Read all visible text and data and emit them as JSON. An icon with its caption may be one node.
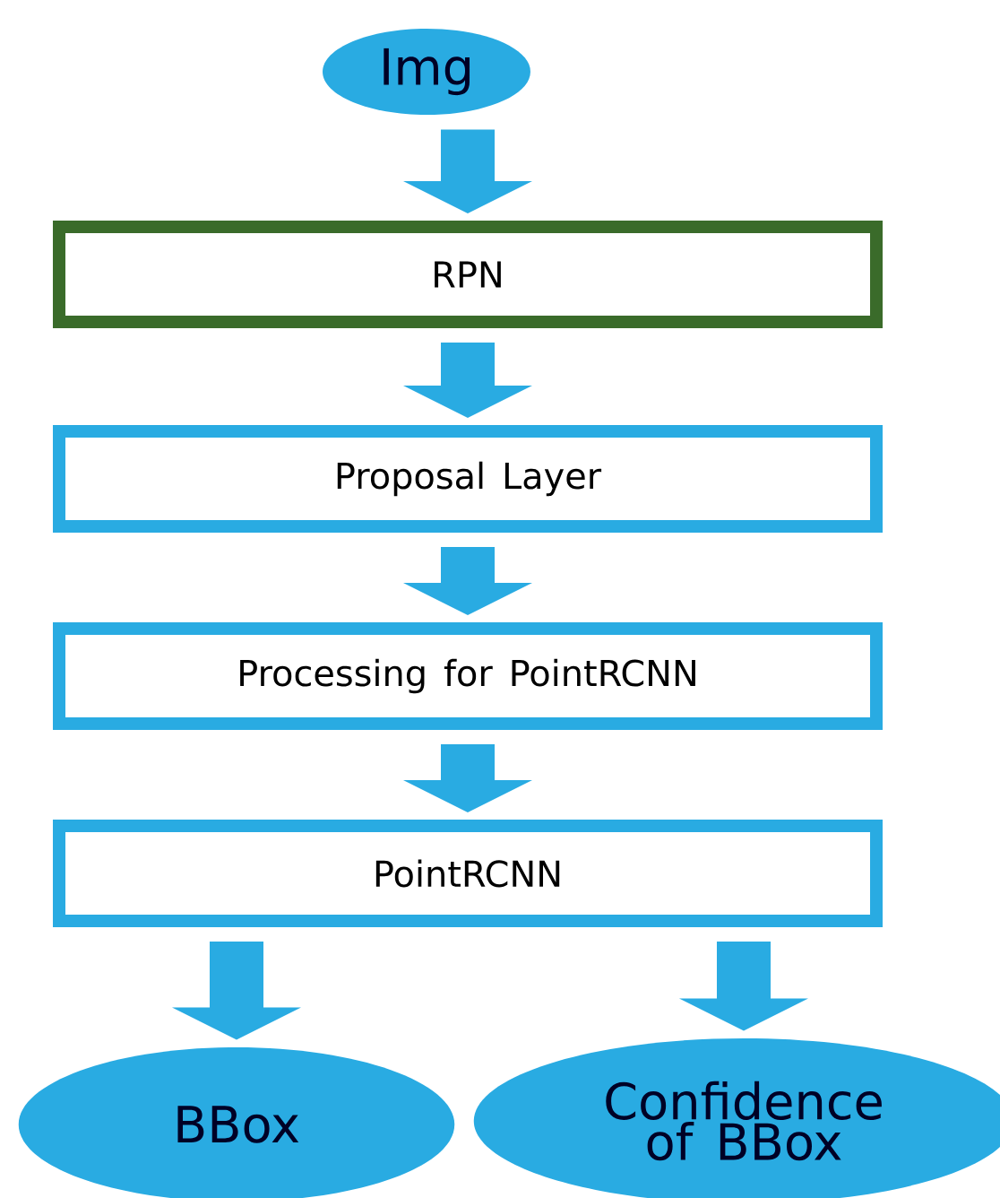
{
  "diagram": {
    "nodes": [
      {
        "text": [
          "Img"
        ]
      },
      {
        "text": [
          "RPN"
        ]
      },
      {
        "text": [
          "Proposal Layer"
        ]
      },
      {
        "text": [
          "Processing for PointRCNN"
        ]
      },
      {
        "text": [
          "PointRCNN"
        ]
      },
      {
        "text": [
          "BBox"
        ]
      },
      {
        "text": [
          "Confidence of BBox"
        ]
      }
    ],
    "edges": [
      {
        "from": 0,
        "to": 1,
        "arrow": "to"
      },
      {
        "from": 1,
        "to": 2,
        "arrow": "to"
      },
      {
        "from": 2,
        "to": 3,
        "arrow": "to"
      },
      {
        "from": 3,
        "to": 4,
        "arrow": "to"
      },
      {
        "from": 4,
        "to": 5,
        "arrow": "to"
      },
      {
        "from": 4,
        "to": 6,
        "arrow": "to"
      }
    ]
  }
}
